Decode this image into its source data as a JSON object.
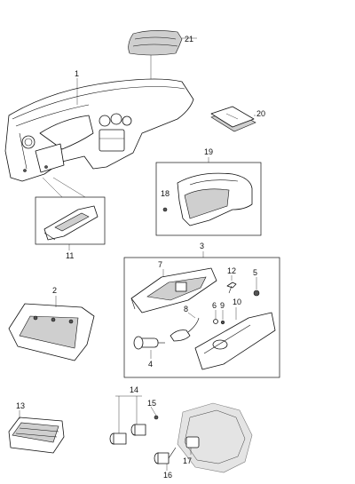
{
  "callouts": {
    "c1": "1",
    "c2": "2",
    "c3": "3",
    "c4": "4",
    "c5": "5",
    "c6": "6",
    "c7": "7",
    "c8": "8",
    "c9": "9",
    "c10": "10",
    "c11": "11",
    "c12": "12",
    "c13": "13",
    "c14": "14",
    "c15": "15",
    "c16": "16",
    "c17": "17",
    "c18": "18",
    "c19": "19",
    "c20": "20",
    "c21": "21"
  },
  "colors": {
    "line": "#111111",
    "shade": "#cfcfcf",
    "background": "#ffffff"
  }
}
